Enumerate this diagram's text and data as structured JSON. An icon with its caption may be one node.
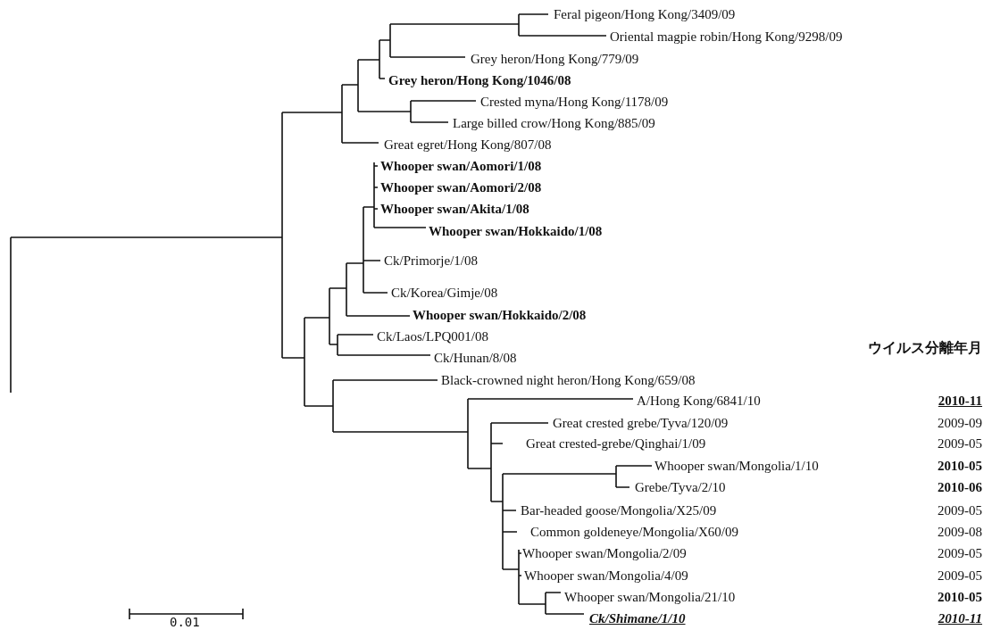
{
  "diagram": {
    "labels": [
      "Feral pigeon/Hong Kong/3409/09",
      "Oriental magpie robin/Hong Kong/9298/09",
      "Grey heron/Hong Kong/779/09",
      "Grey heron/Hong Kong/1046/08",
      "Crested myna/Hong Kong/1178/09",
      "Large billed crow/Hong Kong/885/09",
      "Great egret/Hong Kong/807/08",
      "Whooper swan/Aomori/1/08",
      "Whooper swan/Aomori/2/08",
      "Whooper swan/Akita/1/08",
      "Whooper swan/Hokkaido/1/08",
      "Ck/Primorje/1/08",
      "Ck/Korea/Gimje/08",
      "Whooper swan/Hokkaido/2/08",
      "Ck/Laos/LPQ001/08",
      "ウイルス分離年月",
      "Ck/Hunan/8/08",
      "Black-crowned night heron/Hong Kong/659/08",
      "A/Hong Kong/6841/10",
      "2010-11",
      "Great crested grebe/Tyva/120/09",
      "2009-09",
      "Great crested-grebe/Qinghai/1/09",
      "2009-05",
      "Whooper swan/Mongolia/1/10",
      "2010-05",
      "Grebe/Tyva/2/10",
      "2010-06",
      "Bar-headed goose/Mongolia/X25/09",
      "2009-05",
      "Common goldeneye/Mongolia/X60/09",
      "2009-08",
      "Whooper swan/Mongolia/2/09",
      "2009-05",
      "Whooper swan/Mongolia/4/09",
      "2009-05",
      "Whooper swan/Mongolia/21/10",
      "2010-05",
      "Ck/Shimane/1/10",
      "2010-11",
      "0.01"
    ]
  }
}
